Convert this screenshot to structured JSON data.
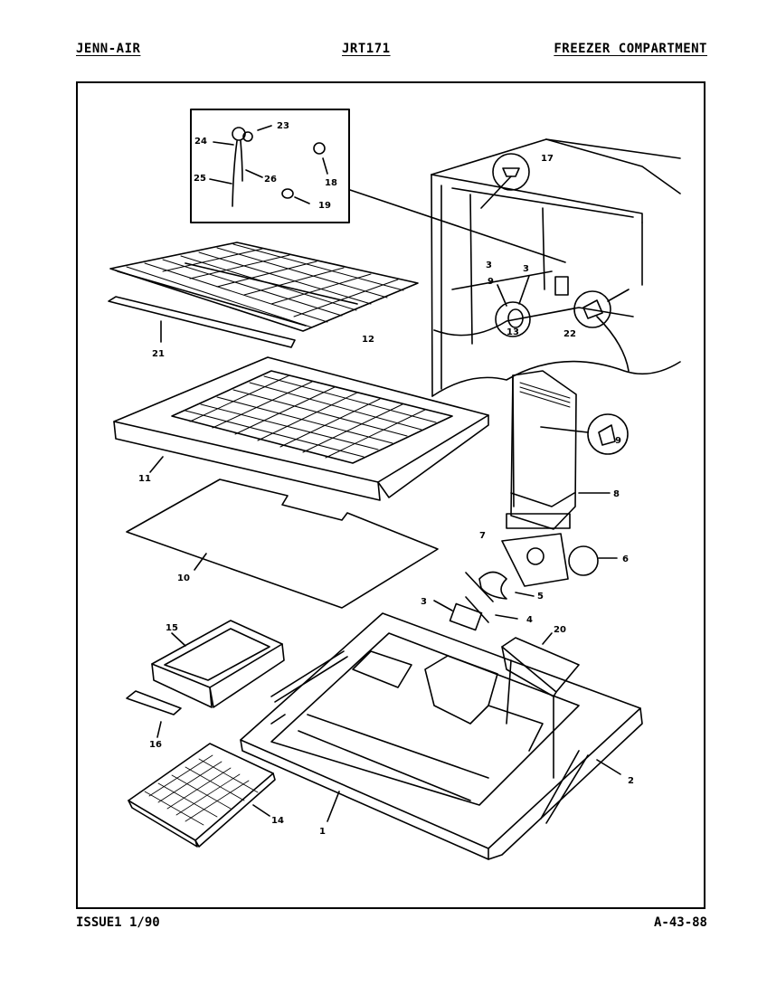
{
  "header": {
    "brand": "JENN-AIR",
    "model": "JRT171",
    "section": "FREEZER COMPARTMENT"
  },
  "footer": {
    "issue": "ISSUE1 1/90",
    "page": "A-43-88"
  },
  "callouts": {
    "c1": "1",
    "c2": "2",
    "c3a": "3",
    "c3b": "3",
    "c3c": "3",
    "c4": "4",
    "c5": "5",
    "c6": "6",
    "c7": "7",
    "c8": "8",
    "c9a": "9",
    "c9b": "9",
    "c10": "10",
    "c11": "11",
    "c12": "12",
    "c13": "13",
    "c14": "14",
    "c15": "15",
    "c16": "16",
    "c17": "17",
    "c18": "18",
    "c19": "19",
    "c20": "20",
    "c21": "21",
    "c22": "22",
    "c23": "23",
    "c24": "24",
    "c25": "25",
    "c26": "26"
  }
}
